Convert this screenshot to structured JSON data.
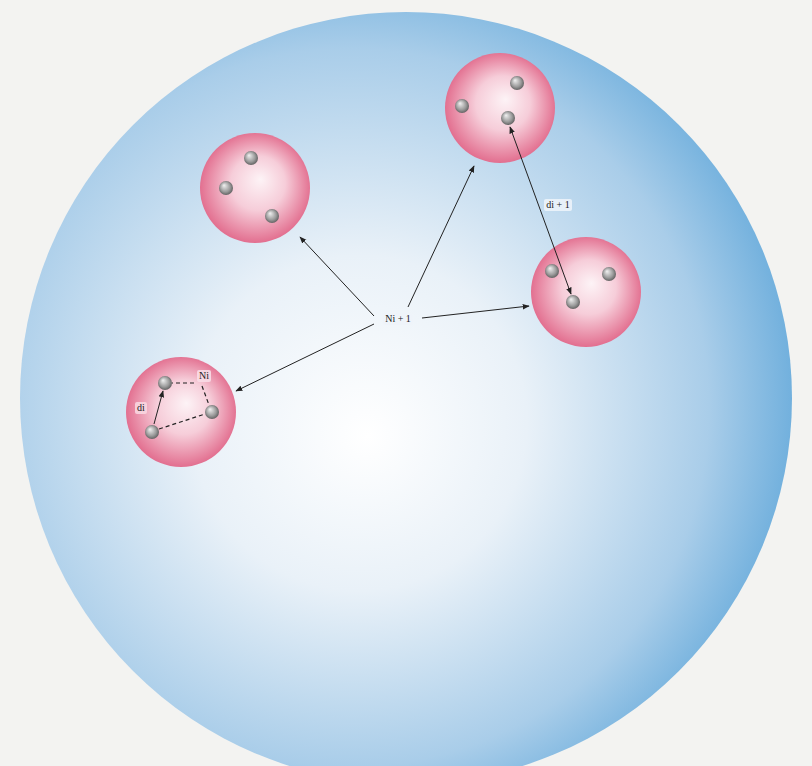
{
  "diagram": {
    "labels": [
      "Ni + 1",
      "di + 1",
      "di",
      "Ni"
    ]
  }
}
